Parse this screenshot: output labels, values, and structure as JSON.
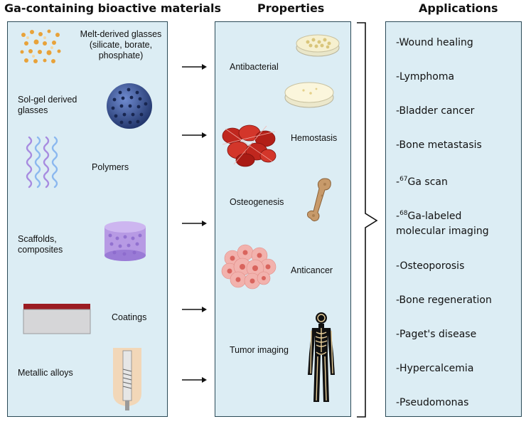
{
  "headings": {
    "materials": "Ga-containing bioactive materials",
    "properties": "Properties",
    "applications": "Applications"
  },
  "materials": [
    {
      "label": "Melt-derived glasses",
      "sub": "(silicate, borate,",
      "sub2": "phosphate)",
      "icon": "glass-particles-icon"
    },
    {
      "label": "Sol-gel derived",
      "sub": "glasses",
      "icon": "porous-sphere-icon"
    },
    {
      "label": "Polymers",
      "icon": "polymer-chains-icon"
    },
    {
      "label": "Scaffolds,",
      "sub": "composites",
      "icon": "scaffold-cylinder-icon"
    },
    {
      "label": "Coatings",
      "icon": "coating-layer-icon"
    },
    {
      "label": "Metallic alloys",
      "icon": "implant-screw-icon"
    }
  ],
  "properties": [
    {
      "label": "Antibacterial",
      "icon": "petri-dish-icon"
    },
    {
      "label": "Hemostasis",
      "icon": "blood-cells-icon"
    },
    {
      "label": "Osteogenesis",
      "icon": "femur-bone-icon"
    },
    {
      "label": "Anticancer",
      "icon": "tumor-cells-icon"
    },
    {
      "label": "Tumor imaging",
      "icon": "skeleton-icon"
    }
  ],
  "applications": [
    {
      "pre": "-Wound healing"
    },
    {
      "pre": "-Lymphoma"
    },
    {
      "pre": "-Bladder cancer"
    },
    {
      "pre": "-Bone metastasis"
    },
    {
      "pre": "-",
      "sup": "67",
      "post": "Ga scan"
    },
    {
      "pre": "-",
      "sup": "68",
      "post": "Ga-labeled",
      "line2": "molecular imaging"
    },
    {
      "pre": "-Osteoporosis"
    },
    {
      "pre": "-Bone regeneration"
    },
    {
      "pre": "-Paget's disease"
    },
    {
      "pre": "-Hypercalcemia"
    },
    {
      "pre": "-Pseudomonas"
    }
  ],
  "colors": {
    "panel_fill": "#dcedf4",
    "panel_border": "#2b4a57",
    "glass_orange": "#e8a23a",
    "sphere_blue": "#3b5a9a",
    "polymer_purple": "#a78be0",
    "blood_red": "#c0271e",
    "bone_tan": "#c79a6a"
  }
}
